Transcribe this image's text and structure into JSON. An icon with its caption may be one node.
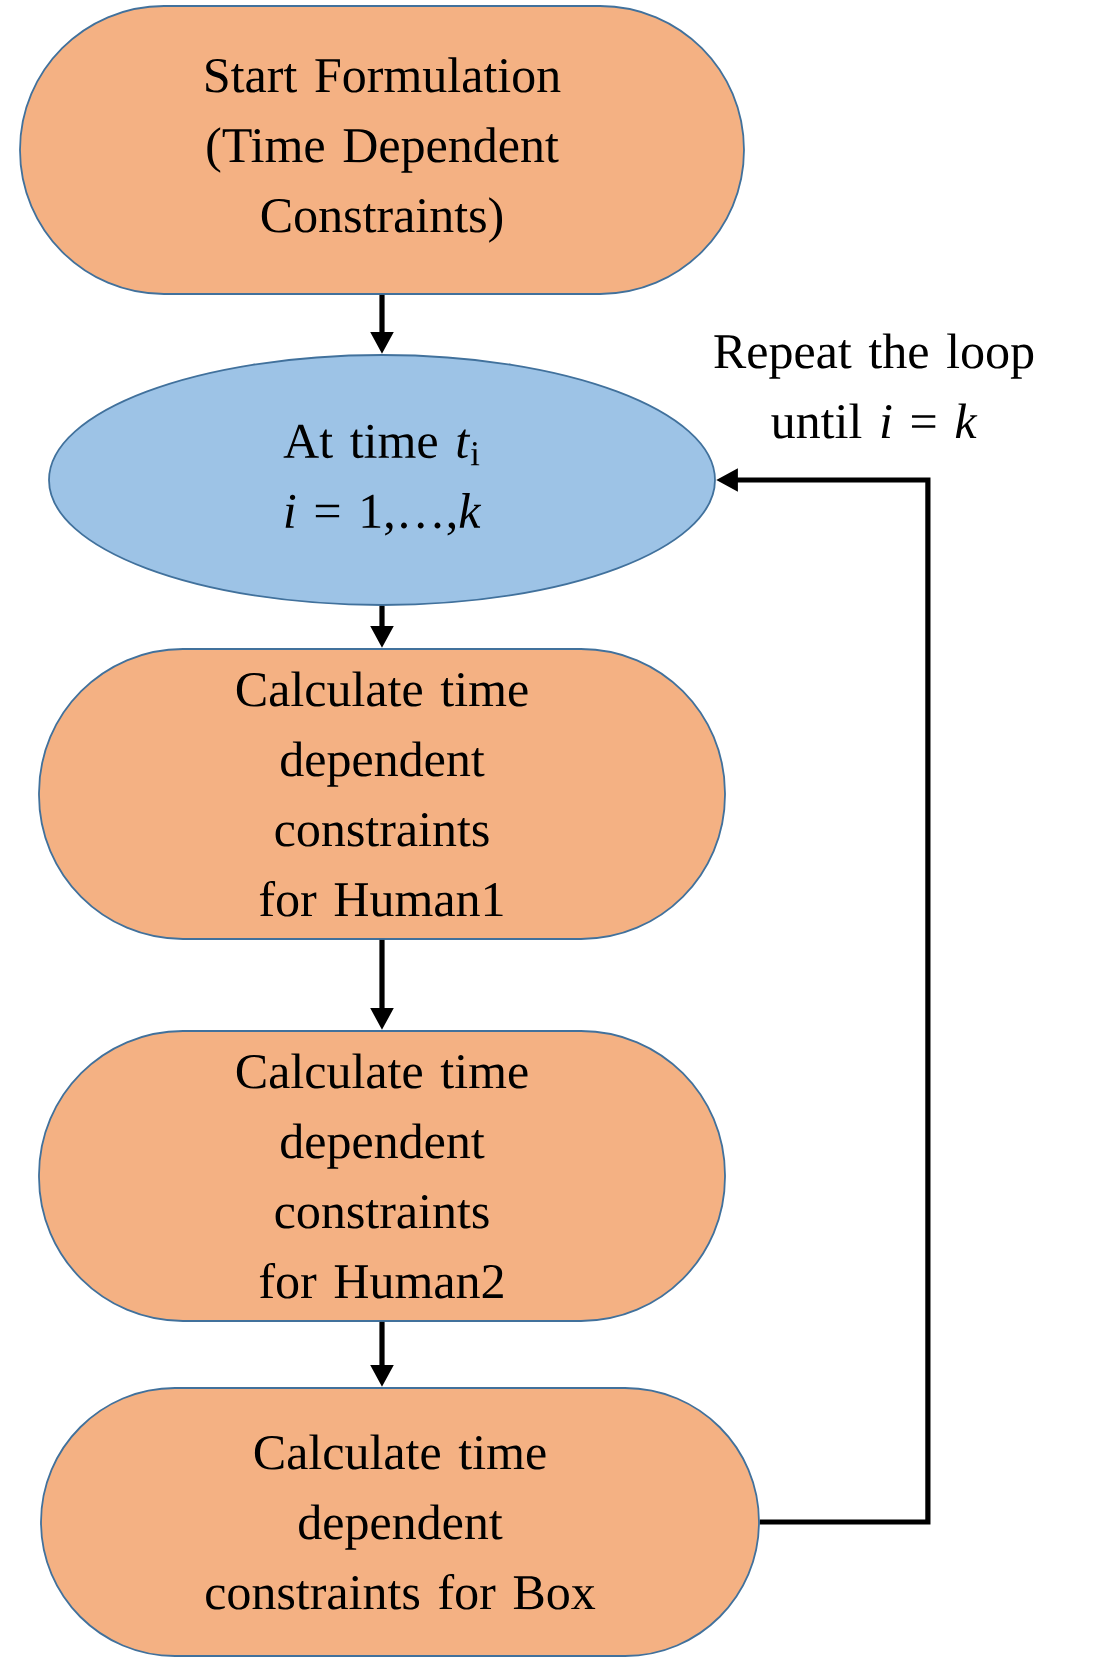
{
  "diagram": {
    "nodes": [
      {
        "text": [
          "Start Formulation (Time Dependent Constraints)"
        ]
      },
      {
        "text": [
          "At time *t*$_{i}$",
          "*i* = 1,…,*k*"
        ]
      },
      {
        "text": [
          "Calculate time dependent constraints for Human1"
        ]
      },
      {
        "text": [
          "Calculate time dependent constraints for Human2"
        ]
      },
      {
        "text": [
          "Calculate time dependent constraints for Box"
        ]
      }
    ],
    "edges": [
      {
        "from": 0,
        "to": 1,
        "arrow": "to"
      },
      {
        "from": 1,
        "to": 2,
        "arrow": "to"
      },
      {
        "from": 2,
        "to": 3,
        "arrow": "to"
      },
      {
        "from": 3,
        "to": 4,
        "arrow": "to"
      },
      {
        "from": 4,
        "to": 1,
        "arrow": "to",
        "label": "Repeat the loop until *i* = *k*"
      }
    ]
  }
}
